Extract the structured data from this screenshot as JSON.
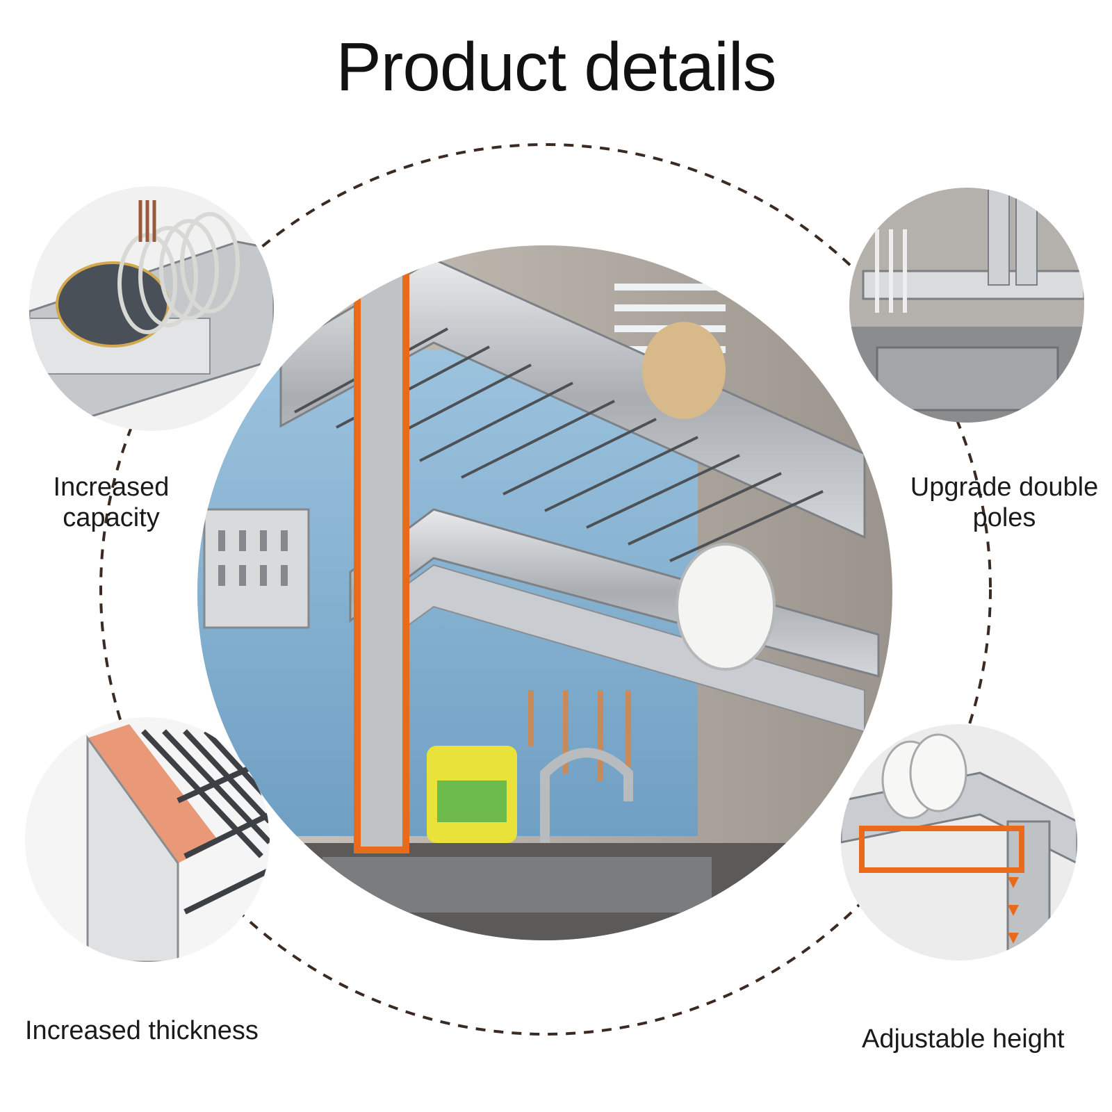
{
  "page": {
    "title": "Product details"
  },
  "features": {
    "top_left": "Increased capacity",
    "top_right": "Upgrade double poles",
    "bottom_left": "Increased thickness",
    "bottom_right": "Adjustable height"
  },
  "colors": {
    "background": "#ffffff",
    "text": "#1a1a1a",
    "dashed_ring": "#3a2a22",
    "accent_orange": "#e96a1b",
    "steel": "#b9bcbf"
  }
}
